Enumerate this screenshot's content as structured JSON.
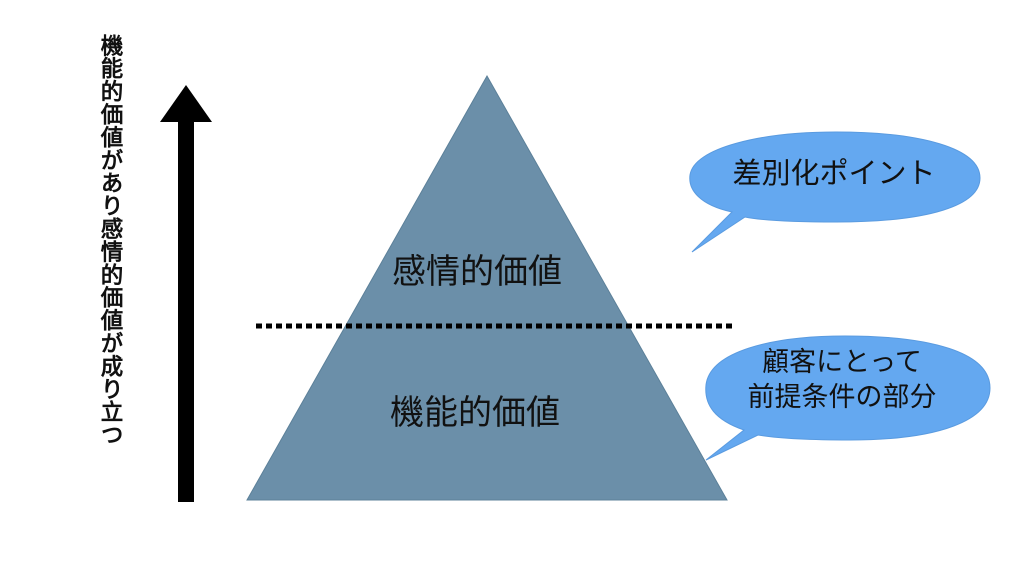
{
  "diagram": {
    "vertical_caption": "機能的価値があり感情的価値が成り立つ",
    "pyramid": {
      "top_label": "感情的価値",
      "bottom_label": "機能的価値",
      "fill_color": "#6b8fa9"
    },
    "callouts": {
      "top": {
        "text": "差別化ポイント",
        "fill_color": "#64a8f0"
      },
      "bottom": {
        "line1": "顧客にとって",
        "line2": "前提条件の部分",
        "fill_color": "#64a8f0"
      }
    },
    "arrow_color": "#000000",
    "divider_style": "dotted"
  }
}
